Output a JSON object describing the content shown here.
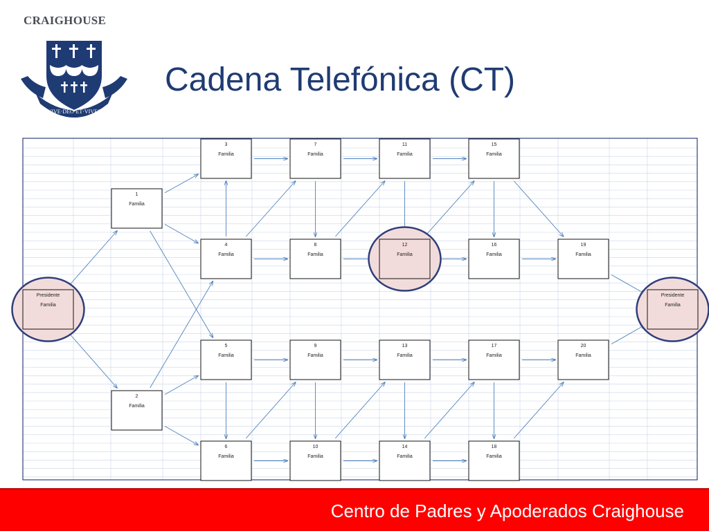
{
  "header": {
    "logo_text": "CRAIGHOUSE",
    "motto": "VIVE·DEO·ET·VIVES",
    "title": "Cadena Telefónica (CT)"
  },
  "footer": {
    "text": "Centro de Padres y Apoderados Craighouse"
  },
  "colors": {
    "title": "#1f3b73",
    "footer_bg": "#ff0000",
    "highlight_fill": "#f2dcdb",
    "highlight_ring": "#2f3f7a",
    "arrow": "#4f81bd",
    "grid": "#c8d3e8"
  },
  "nodes": [
    {
      "id": "P",
      "number": "Presidente",
      "label": "Familia",
      "col": 0,
      "row": 3,
      "highlight": true
    },
    {
      "id": "1",
      "number": "1",
      "label": "Familia",
      "col": 1,
      "row": 1
    },
    {
      "id": "2",
      "number": "2",
      "label": "Familia",
      "col": 1,
      "row": 5
    },
    {
      "id": "3",
      "number": "3",
      "label": "Familia",
      "col": 2,
      "row": 0
    },
    {
      "id": "4",
      "number": "4",
      "label": "Familia",
      "col": 2,
      "row": 2
    },
    {
      "id": "5",
      "number": "5",
      "label": "Familia",
      "col": 2,
      "row": 4
    },
    {
      "id": "6",
      "number": "6",
      "label": "Familia",
      "col": 2,
      "row": 6
    },
    {
      "id": "7",
      "number": "7",
      "label": "Familia",
      "col": 3,
      "row": 0
    },
    {
      "id": "8",
      "number": "8",
      "label": "Familia",
      "col": 3,
      "row": 2
    },
    {
      "id": "9",
      "number": "9",
      "label": "Familia",
      "col": 3,
      "row": 4
    },
    {
      "id": "10",
      "number": "10",
      "label": "Familia",
      "col": 3,
      "row": 6
    },
    {
      "id": "11",
      "number": "11",
      "label": "Familia",
      "col": 4,
      "row": 0
    },
    {
      "id": "12",
      "number": "12",
      "label": "Familia",
      "col": 4,
      "row": 2,
      "highlight": true
    },
    {
      "id": "13",
      "number": "13",
      "label": "Familia",
      "col": 4,
      "row": 4
    },
    {
      "id": "14",
      "number": "14",
      "label": "Familia",
      "col": 4,
      "row": 6
    },
    {
      "id": "15",
      "number": "15",
      "label": "Familia",
      "col": 5,
      "row": 0
    },
    {
      "id": "16",
      "number": "16",
      "label": "Familia",
      "col": 5,
      "row": 2
    },
    {
      "id": "17",
      "number": "17",
      "label": "Familia",
      "col": 5,
      "row": 4
    },
    {
      "id": "18",
      "number": "18",
      "label": "Familia",
      "col": 5,
      "row": 6
    },
    {
      "id": "19",
      "number": "19",
      "label": "Familia",
      "col": 6,
      "row": 2
    },
    {
      "id": "20",
      "number": "20",
      "label": "Familia",
      "col": 6,
      "row": 4
    },
    {
      "id": "PE",
      "number": "Presidente",
      "label": "Familia",
      "col": 7,
      "row": 3,
      "highlight": true
    }
  ],
  "edges": [
    [
      "P",
      "1"
    ],
    [
      "P",
      "2"
    ],
    [
      "1",
      "3"
    ],
    [
      "1",
      "4"
    ],
    [
      "1",
      "5"
    ],
    [
      "2",
      "4"
    ],
    [
      "2",
      "5"
    ],
    [
      "2",
      "6"
    ],
    [
      "3",
      "7"
    ],
    [
      "4",
      "3"
    ],
    [
      "4",
      "7"
    ],
    [
      "4",
      "8"
    ],
    [
      "5",
      "9"
    ],
    [
      "5",
      "6"
    ],
    [
      "6",
      "9"
    ],
    [
      "6",
      "10"
    ],
    [
      "7",
      "11"
    ],
    [
      "7",
      "8"
    ],
    [
      "8",
      "11"
    ],
    [
      "8",
      "12"
    ],
    [
      "9",
      "13"
    ],
    [
      "9",
      "10"
    ],
    [
      "10",
      "13"
    ],
    [
      "10",
      "14"
    ],
    [
      "11",
      "15"
    ],
    [
      "11",
      "12"
    ],
    [
      "12",
      "15"
    ],
    [
      "12",
      "16"
    ],
    [
      "13",
      "17"
    ],
    [
      "13",
      "14"
    ],
    [
      "14",
      "17"
    ],
    [
      "14",
      "18"
    ],
    [
      "15",
      "16"
    ],
    [
      "15",
      "19"
    ],
    [
      "16",
      "19"
    ],
    [
      "17",
      "20"
    ],
    [
      "17",
      "18"
    ],
    [
      "18",
      "20"
    ],
    [
      "19",
      "PE"
    ],
    [
      "20",
      "PE"
    ]
  ]
}
